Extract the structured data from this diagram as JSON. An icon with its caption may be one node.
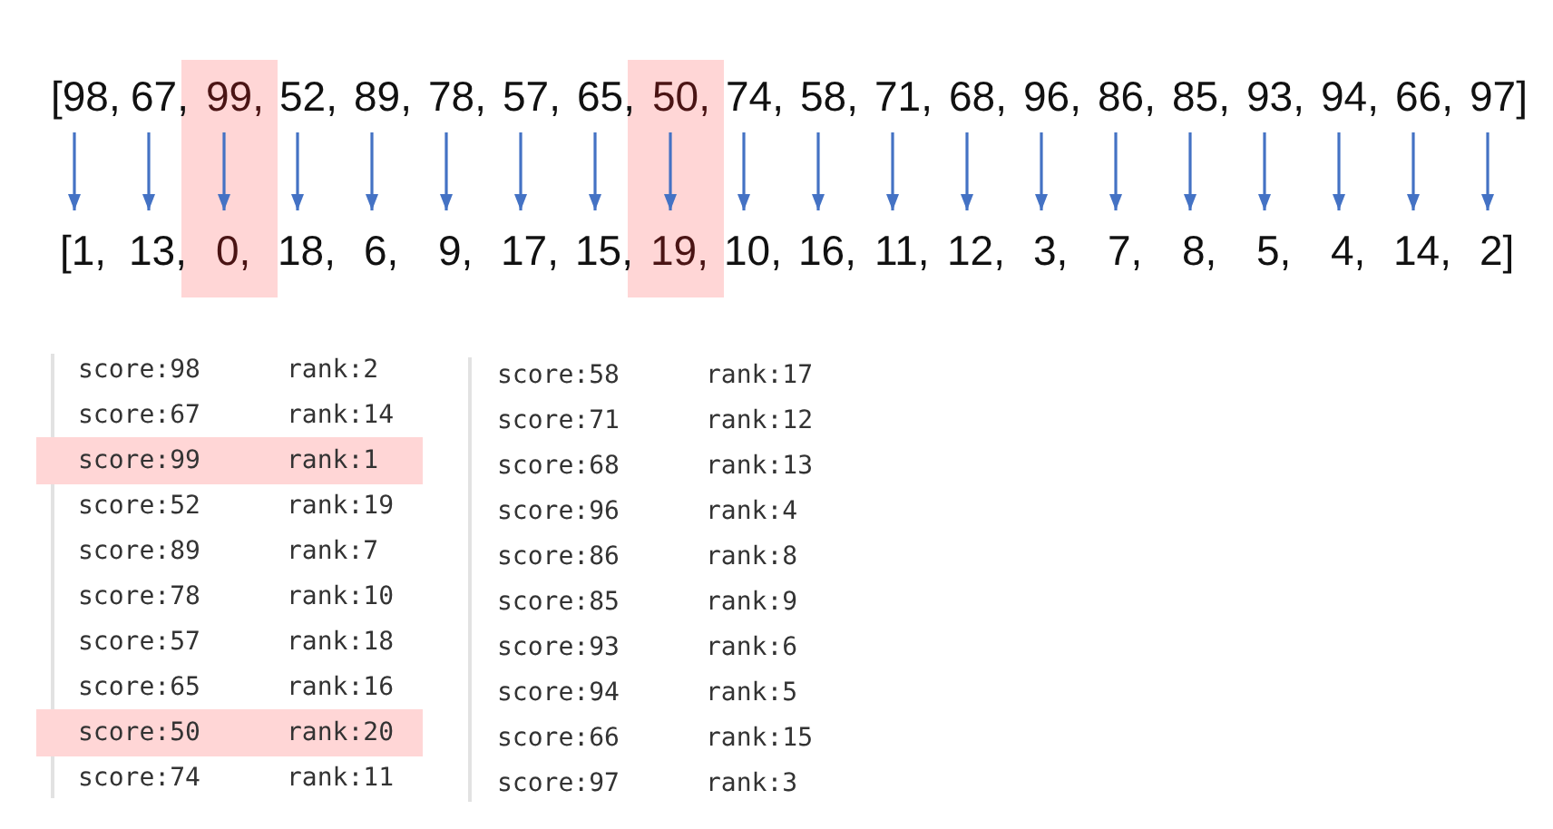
{
  "diagram": {
    "nodes": [
      {
        "text": [
          "[98,"
        ]
      },
      {
        "text": [
          "67,"
        ]
      },
      {
        "text": [],
        "shape": "box"
      },
      {
        "text": [
          "99,"
        ],
        "in": 2
      },
      {
        "text": [
          "52,"
        ]
      },
      {
        "text": [
          "89,"
        ]
      },
      {
        "text": [
          "78,"
        ]
      },
      {
        "text": [
          "57,"
        ]
      },
      {
        "text": [
          "65,"
        ]
      },
      {
        "text": [],
        "shape": "box"
      },
      {
        "text": [
          "50,"
        ],
        "in": 9
      },
      {
        "text": [
          "74,"
        ]
      },
      {
        "text": [
          "58,"
        ]
      },
      {
        "text": [
          "71,"
        ]
      },
      {
        "text": [
          "68,"
        ]
      },
      {
        "text": [
          "96,"
        ]
      },
      {
        "text": [
          "86,"
        ]
      },
      {
        "text": [
          "85,"
        ]
      },
      {
        "text": [
          "93,"
        ]
      },
      {
        "text": [
          "94,"
        ]
      },
      {
        "text": [
          "66,"
        ]
      },
      {
        "text": [
          "97]"
        ]
      },
      {
        "text": [
          "[1,"
        ]
      },
      {
        "text": [
          "13,"
        ]
      },
      {
        "text": [
          "0,"
        ],
        "in": 2
      },
      {
        "text": [
          "18,"
        ]
      },
      {
        "text": [
          "6,"
        ]
      },
      {
        "text": [
          "9,"
        ]
      },
      {
        "text": [
          "17,"
        ]
      },
      {
        "text": [
          "15,"
        ]
      },
      {
        "text": [
          "19,"
        ],
        "in": 9
      },
      {
        "text": [
          "10,"
        ]
      },
      {
        "text": [
          "16,"
        ]
      },
      {
        "text": [
          "11,"
        ]
      },
      {
        "text": [
          "12,"
        ]
      },
      {
        "text": [
          "3,"
        ]
      },
      {
        "text": [
          "7,"
        ]
      },
      {
        "text": [
          "8,"
        ]
      },
      {
        "text": [
          "5,"
        ]
      },
      {
        "text": [
          "4,"
        ]
      },
      {
        "text": [
          "14,"
        ]
      },
      {
        "text": [
          "2]"
        ]
      },
      {
        "text": [
          "score:99",
          "rank:1"
        ]
      },
      {
        "text": [
          "score:50",
          "rank:20"
        ]
      }
    ],
    "edges": [
      {
        "from": 0,
        "to": 22,
        "arrow": "to"
      },
      {
        "from": 1,
        "to": 23,
        "arrow": "to"
      },
      {
        "from": 3,
        "to": 24,
        "arrow": "to"
      },
      {
        "from": 4,
        "to": 25,
        "arrow": "to"
      },
      {
        "from": 5,
        "to": 26,
        "arrow": "to"
      },
      {
        "from": 6,
        "to": 27,
        "arrow": "to"
      },
      {
        "from": 7,
        "to": 28,
        "arrow": "to"
      },
      {
        "from": 8,
        "to": 29,
        "arrow": "to"
      },
      {
        "from": 10,
        "to": 30,
        "arrow": "to"
      },
      {
        "from": 11,
        "to": 31,
        "arrow": "to"
      },
      {
        "from": 12,
        "to": 32,
        "arrow": "to"
      },
      {
        "from": 13,
        "to": 33,
        "arrow": "to"
      },
      {
        "from": 14,
        "to": 34,
        "arrow": "to"
      },
      {
        "from": 15,
        "to": 35,
        "arrow": "to"
      },
      {
        "from": 16,
        "to": 36,
        "arrow": "to"
      },
      {
        "from": 17,
        "to": 37,
        "arrow": "to"
      },
      {
        "from": 18,
        "to": 38,
        "arrow": "to"
      },
      {
        "from": 19,
        "to": 39,
        "arrow": "to"
      },
      {
        "from": 20,
        "to": 40,
        "arrow": "to"
      },
      {
        "from": 21,
        "to": 41,
        "arrow": "to"
      }
    ],
    "labels": [
      "score:98",
      "rank:2",
      "score:67",
      "rank:14",
      "score:52",
      "rank:19",
      "score:89",
      "rank:7",
      "score:78",
      "rank:10",
      "score:57",
      "rank:18",
      "score:65",
      "rank:16",
      "score:74",
      "rank:11",
      "score:58",
      "rank:17",
      "score:71",
      "rank:12",
      "score:68",
      "rank:13",
      "score:96",
      "rank:4",
      "score:86",
      "rank:8",
      "score:85",
      "rank:9",
      "score:93",
      "rank:6",
      "score:94",
      "rank:5",
      "score:66",
      "rank:15",
      "score:97",
      "rank:3"
    ]
  }
}
